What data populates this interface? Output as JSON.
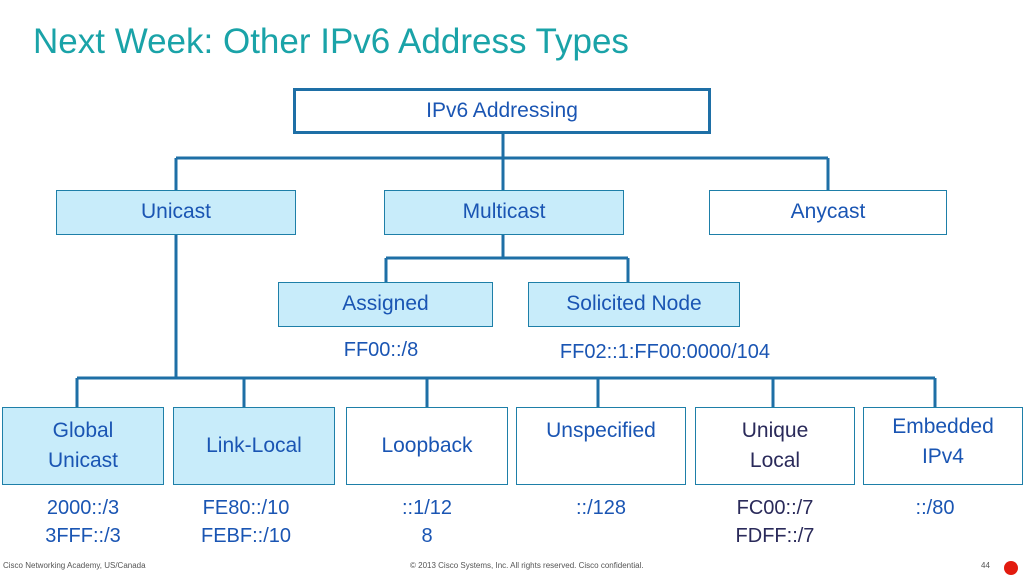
{
  "title": "Next Week: Other IPv6 Address Types",
  "root": "IPv6 Addressing",
  "level1": {
    "unicast": "Unicast",
    "multicast": "Multicast",
    "anycast": "Anycast"
  },
  "multicast_children": {
    "assigned": {
      "label": "Assigned",
      "prefix": "FF00::/8"
    },
    "solicited": {
      "label": "Solicited Node",
      "prefix": "FF02::1:FF00:0000/104"
    }
  },
  "unicast_children": {
    "global": {
      "line1": "Global",
      "line2": "Unicast",
      "prefix1": "2000::/3",
      "prefix2": "3FFF::/3"
    },
    "link_local": {
      "line1": "Link-Local",
      "prefix1": "FE80::/10",
      "prefix2": "FEBF::/10"
    },
    "loopback": {
      "line1": "Loopback",
      "prefix1": "::1/12",
      "prefix2": "8"
    },
    "unspecified": {
      "line1": "Unspecified",
      "prefix1": "::/128"
    },
    "unique_local": {
      "line1": "Unique",
      "line2": "Local",
      "prefix1": "FC00::/7",
      "prefix2": "FDFF::/7"
    },
    "embedded": {
      "line1": "Embedded",
      "line2": "IPv4",
      "prefix1": "::/80"
    }
  },
  "footer": {
    "left": "Cisco Networking Academy, US/Canada",
    "center": "© 2013 Cisco Systems, Inc. All rights reserved. Cisco confidential.",
    "page": "44"
  },
  "colors": {
    "title": "#1aa3a8",
    "line": "#1e6fa6",
    "box_fill": "#c8ecfa",
    "text_blue": "#1a55b3",
    "text_dark": "#2a2a5a",
    "dot": "#e21b0f"
  }
}
